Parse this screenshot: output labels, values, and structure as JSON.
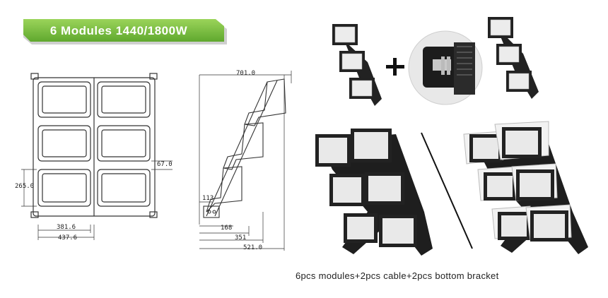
{
  "banner": {
    "title": "6 Modules 1440/1800W",
    "color": "#7cc242"
  },
  "front_view": {
    "dims": {
      "height_module": "265.0",
      "offset": "67.0",
      "width_inner": "381.6",
      "width_outer": "437.6"
    }
  },
  "side_view": {
    "dims": {
      "depth": "701.0",
      "base": "113",
      "step": "168",
      "mid": "351",
      "total": "521.0"
    }
  },
  "caption": "6pcs modules+2pcs cable+2pcs bottom bracket",
  "icons": {
    "plus": "plus-icon",
    "divider": "slash-divider"
  }
}
